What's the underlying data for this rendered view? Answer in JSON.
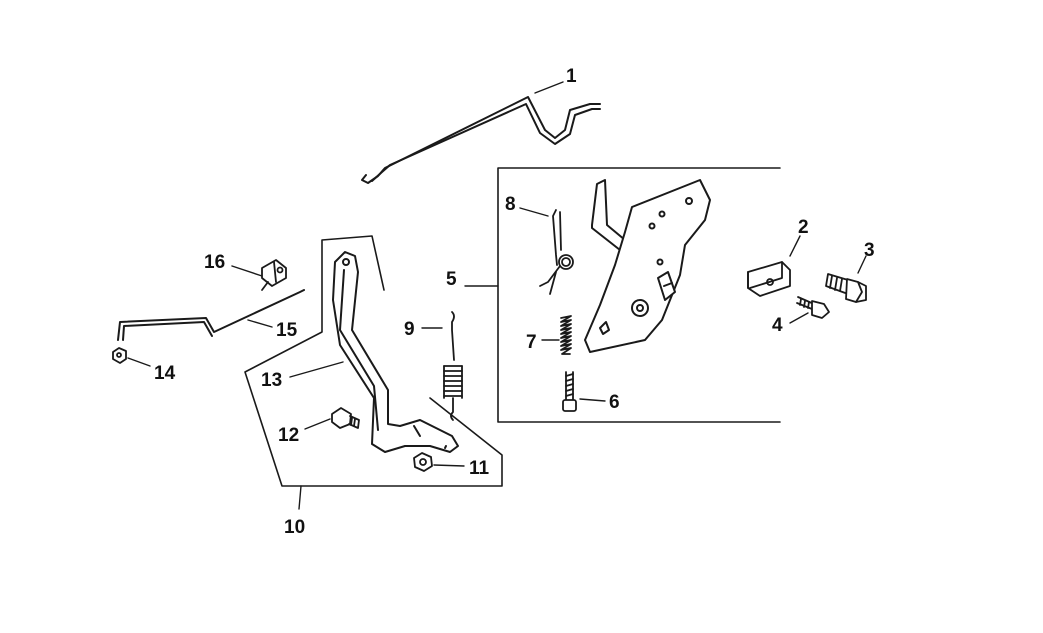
{
  "diagram": {
    "labels": {
      "p1": "1",
      "p2": "2",
      "p3": "3",
      "p4": "4",
      "p5": "5",
      "p6": "6",
      "p7": "7",
      "p8": "8",
      "p9": "9",
      "p10": "10",
      "p11": "11",
      "p12": "12",
      "p13": "13",
      "p14": "14",
      "p15": "15",
      "p16": "16"
    },
    "parts": [
      {
        "number": "1",
        "name": "rod-icon"
      },
      {
        "number": "2",
        "name": "clip-nut-icon"
      },
      {
        "number": "3",
        "name": "bolt-icon"
      },
      {
        "number": "4",
        "name": "screw-icon"
      },
      {
        "number": "5",
        "name": "control-plate-assembly-icon"
      },
      {
        "number": "6",
        "name": "screw-icon"
      },
      {
        "number": "7",
        "name": "spring-icon"
      },
      {
        "number": "8",
        "name": "torsion-spring-icon"
      },
      {
        "number": "9",
        "name": "extension-spring-icon"
      },
      {
        "number": "10",
        "name": "lever-assembly-icon"
      },
      {
        "number": "11",
        "name": "nut-icon"
      },
      {
        "number": "12",
        "name": "bolt-icon"
      },
      {
        "number": "13",
        "name": "lever-icon"
      },
      {
        "number": "14",
        "name": "nut-icon"
      },
      {
        "number": "15",
        "name": "rod-icon"
      },
      {
        "number": "16",
        "name": "clamp-icon"
      }
    ],
    "colors": {
      "ink": "#1a1a1a",
      "background": "#ffffff"
    }
  }
}
